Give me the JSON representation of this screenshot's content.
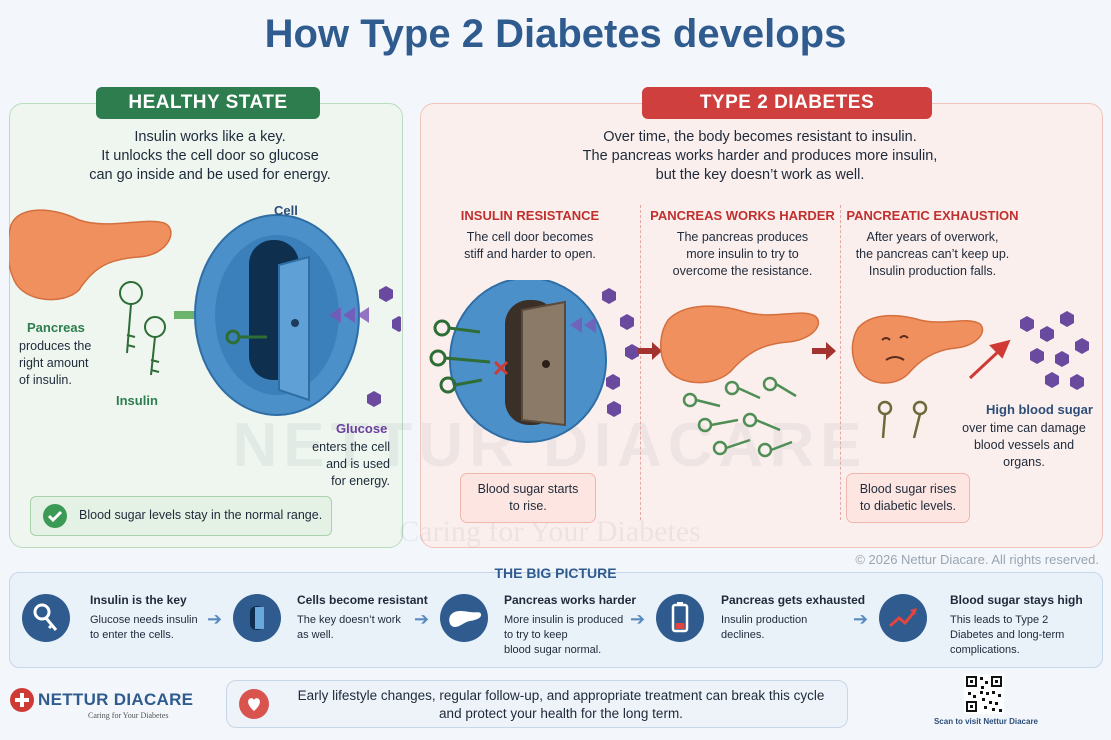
{
  "title": "How Type 2 Diabetes develops",
  "healthy": {
    "badge": "HEALTHY STATE",
    "intro": [
      "Insulin works like a key.",
      "It unlocks the cell door so glucose",
      "can go inside and be used for energy."
    ],
    "cell_label": "Cell",
    "pancreas_label": "Pancreas",
    "pancreas_desc": [
      "produces the",
      "right amount",
      "of insulin."
    ],
    "insulin_label": "Insulin",
    "glucose_label": "Glucose",
    "glucose_desc": [
      "enters the cell",
      "and is used",
      "for energy."
    ],
    "status": "Blood sugar levels stay in the normal range."
  },
  "t2d": {
    "badge": "TYPE 2 DIABETES",
    "intro": [
      "Over time, the body becomes resistant to insulin.",
      "The pancreas works harder and produces more insulin,",
      "but the key doesn’t work as well."
    ],
    "stages": [
      {
        "heading": "INSULIN RESISTANCE",
        "desc": [
          "The cell door becomes",
          "stiff and harder to open."
        ],
        "callout": [
          "Blood sugar starts",
          "to rise."
        ]
      },
      {
        "heading": "PANCREAS WORKS HARDER",
        "desc": [
          "The pancreas produces",
          "more insulin to try to",
          "overcome the resistance."
        ]
      },
      {
        "heading": "PANCREATIC EXHAUSTION",
        "desc": [
          "After years of overwork,",
          "the pancreas can’t keep up.",
          "Insulin production falls."
        ],
        "callout": [
          "Blood sugar rises",
          "to diabetic levels."
        ]
      }
    ],
    "high_label": "High blood sugar",
    "high_desc": [
      "over time can damage",
      "blood vessels and",
      "organs."
    ]
  },
  "copyright": "© 2026 Nettur Diacare. All rights reserved.",
  "watermark": {
    "brand": "NETTUR DIACARE",
    "tagline": "Caring for Your Diabetes"
  },
  "big_picture": {
    "title": "THE BIG PICTURE",
    "steps": [
      {
        "heading": "Insulin is the key",
        "text": [
          "Glucose needs insulin",
          "to enter the cells."
        ],
        "icon": "key-icon"
      },
      {
        "heading": "Cells become resistant",
        "text": [
          "The key doesn’t work",
          "as well."
        ],
        "icon": "cell-door-icon"
      },
      {
        "heading": "Pancreas works harder",
        "text": [
          "More insulin is produced",
          "to try to keep",
          "blood sugar normal."
        ],
        "icon": "pancreas-icon"
      },
      {
        "heading": "Pancreas gets exhausted",
        "text": [
          "Insulin production",
          "declines."
        ],
        "icon": "battery-low-icon"
      },
      {
        "heading": "Blood sugar stays high",
        "text": [
          "This leads to Type 2",
          "Diabetes and long-term",
          "complications."
        ],
        "icon": "rising-chart-icon"
      }
    ]
  },
  "footer": {
    "logo": "NETTUR DIACARE",
    "logo_tagline": "Caring for Your Diabetes",
    "message": [
      "Early lifestyle changes, regular follow-up, and appropriate treatment can break this cycle",
      "and protect your health for the long term."
    ],
    "qr_caption": "Scan to visit Nettur Diacare"
  },
  "colors": {
    "healthy": "#2e7d4f",
    "disease": "#cf3f3d",
    "title": "#2f5b8f",
    "glucose": "#6a4a9e"
  }
}
